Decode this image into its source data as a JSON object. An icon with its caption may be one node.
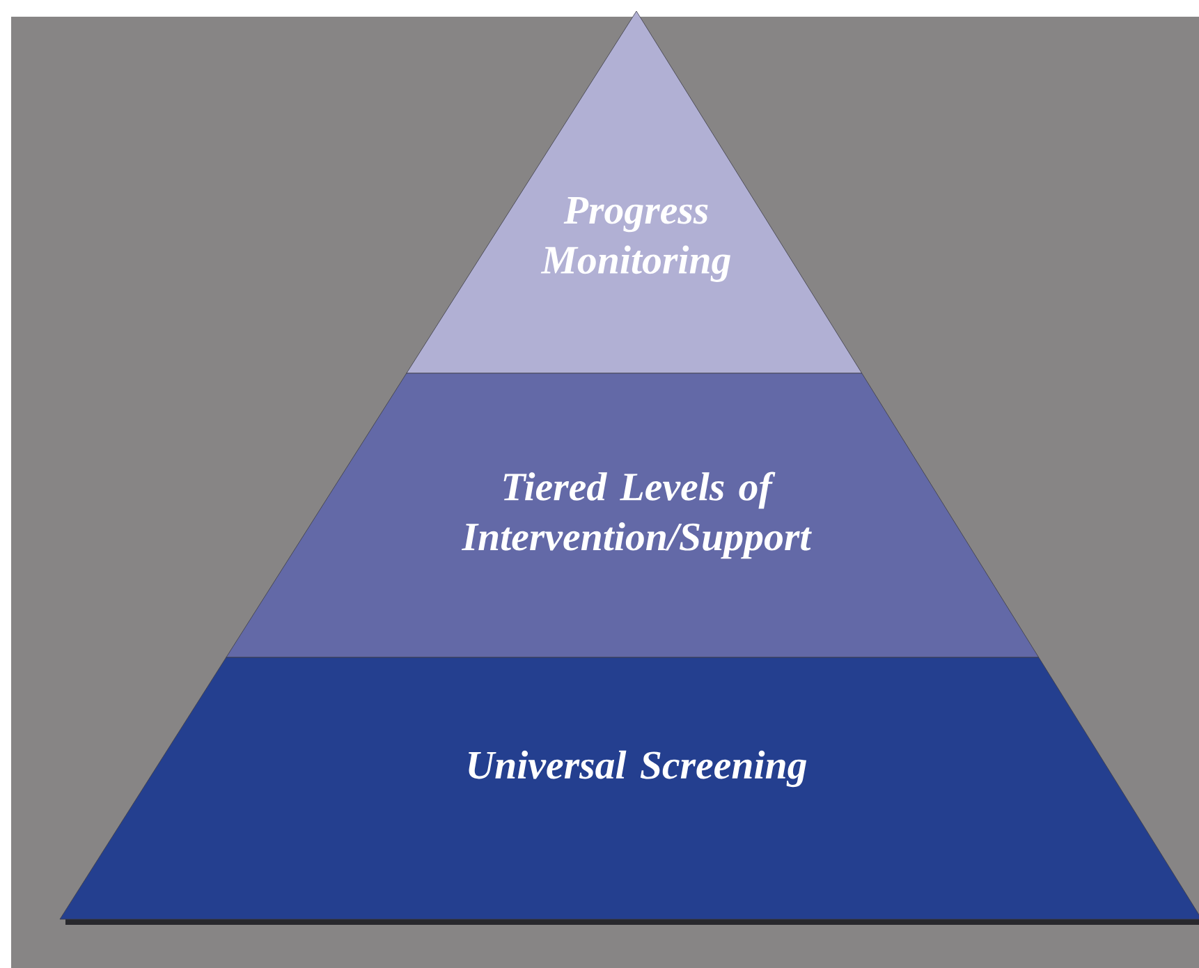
{
  "diagram": {
    "nodes": [
      {
        "text": [
          "Progress Monitoring"
        ]
      },
      {
        "text": [
          "Tiered Levels of Intervention/Support"
        ]
      },
      {
        "text": [
          "Universal Screening"
        ]
      }
    ]
  }
}
